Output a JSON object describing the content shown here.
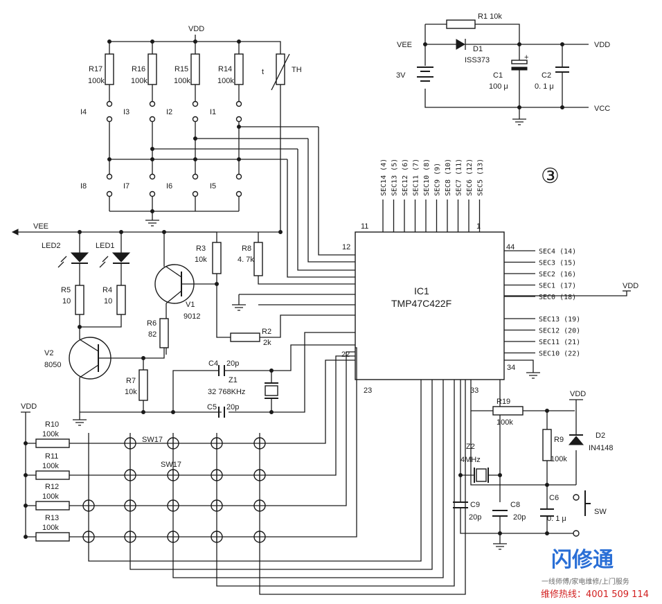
{
  "diagram": {
    "figure_number": "③",
    "ic": {
      "ref": "IC1",
      "part": "TMP47C422F",
      "pin_numbers": {
        "p1": "1",
        "p11": "11",
        "p12": "12",
        "p22": "22",
        "p23": "23",
        "p33": "33",
        "p34": "34",
        "p44": "44"
      }
    },
    "top_pins": [
      "SEC14 (4)",
      "SEC13 (5)",
      "SEC12 (6)",
      "SEC11 (7)",
      "SEC10 (8)",
      "SEC9 (9)",
      "SEC8 (10)",
      "SEC7 (11)",
      "SEC6 (12)",
      "SEC5 (13)"
    ],
    "right_pins_upper": [
      "SEC4 (14)",
      "SEC3 (15)",
      "SEC2 (16)",
      "SEC1 (17)",
      "SEC0 (18)"
    ],
    "right_pins_lower": [
      "SEC13 (19)",
      "SEC12 (20)",
      "SEC11 (21)",
      "SEC10 (22)"
    ],
    "nets": {
      "vdd": "VDD",
      "vee": "VEE",
      "vcc": "VCC"
    },
    "power": {
      "battery": "3V",
      "r1": "R1  10k",
      "d1": "D1",
      "d1_part": "ISS373",
      "c1": "C1",
      "c1_val": "100 μ",
      "c2": "C2",
      "c2_val": "0. 1 μ",
      "plus": "+"
    },
    "resistor_bank": [
      {
        "ref": "R17",
        "val": "100k"
      },
      {
        "ref": "R16",
        "val": "100k"
      },
      {
        "ref": "R15",
        "val": "100k"
      },
      {
        "ref": "R14",
        "val": "100k"
      }
    ],
    "thermistor": {
      "t": "t",
      "ref": "TH"
    },
    "contacts_top": [
      "I4",
      "I3",
      "I2",
      "I1"
    ],
    "contacts_bottom": [
      "I8",
      "I7",
      "I6",
      "I5"
    ],
    "leds": [
      "LED2",
      "LED1"
    ],
    "r5": {
      "ref": "R5",
      "val": "10"
    },
    "r4": {
      "ref": "R4",
      "val": "10"
    },
    "r3": {
      "ref": "R3",
      "val": "10k"
    },
    "r8": {
      "ref": "R8",
      "val": "4. 7k"
    },
    "v1": {
      "ref": "V1",
      "part": "9012"
    },
    "r6": {
      "ref": "R6",
      "val": "82"
    },
    "v2": {
      "ref": "V2",
      "part": "8050"
    },
    "r2": {
      "ref": "R2",
      "val": "2k"
    },
    "r7": {
      "ref": "R7",
      "val": "10k"
    },
    "c4": {
      "ref": "C4",
      "val": "20p"
    },
    "c5": {
      "ref": "C5",
      "val": "20p"
    },
    "z1": {
      "ref": "Z1",
      "val": "32  768KHz"
    },
    "key_resistors": [
      {
        "ref": "R10",
        "val": "100k"
      },
      {
        "ref": "R11",
        "val": "100k"
      },
      {
        "ref": "R12",
        "val": "100k"
      },
      {
        "ref": "R13",
        "val": "100k"
      }
    ],
    "switch_labels": [
      "SW17",
      "SW17"
    ],
    "z2": {
      "ref": "Z2",
      "val": "4MHz"
    },
    "c9": {
      "ref": "C9",
      "val": "20p"
    },
    "c8": {
      "ref": "C8",
      "val": "20p"
    },
    "r19": {
      "ref": "R19",
      "val": "100k"
    },
    "r9": {
      "ref": "R9",
      "val": "100k"
    },
    "d2": {
      "ref": "D2",
      "part": "IN4148"
    },
    "c6": {
      "ref": "C6",
      "val": "0. 1 μ"
    },
    "sw": "SW"
  },
  "watermark": {
    "title": "闪修通",
    "subtitle": "一线师傅/家电维修/上门服务",
    "hotline": "维修热线：4001 509 114"
  }
}
